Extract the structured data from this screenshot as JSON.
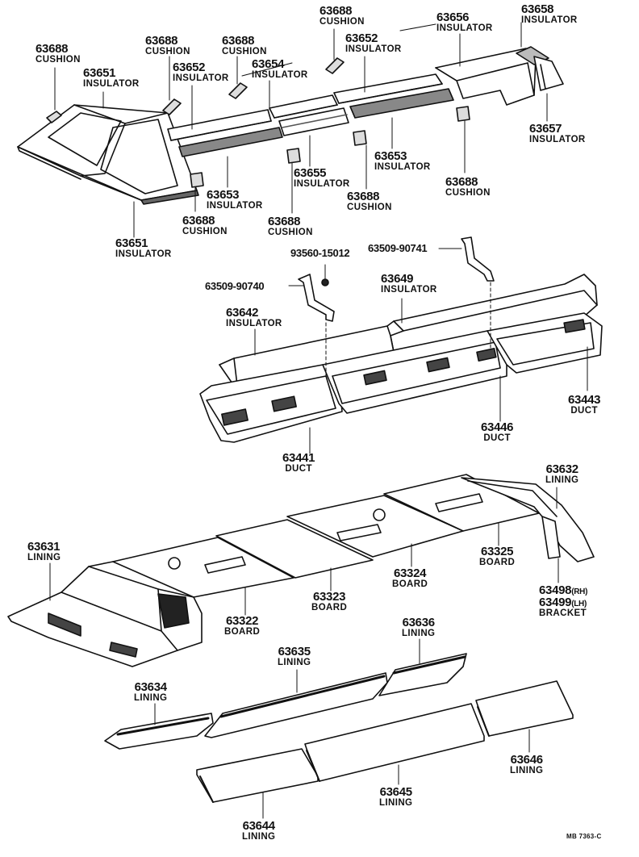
{
  "parts": {
    "p1": {
      "number": "63688",
      "name": "CUSHION"
    },
    "p2": {
      "number": "63651",
      "name": "INSULATOR"
    },
    "p3": {
      "number": "63688",
      "name": "CUSHION"
    },
    "p4": {
      "number": "63652",
      "name": "INSULATOR"
    },
    "p5": {
      "number": "63688",
      "name": "CUSHION"
    },
    "p6": {
      "number": "63654",
      "name": "INSULATOR"
    },
    "p7": {
      "number": "63688",
      "name": "CUSHION"
    },
    "p8": {
      "number": "63652",
      "name": "INSULATOR"
    },
    "p9": {
      "number": "63656",
      "name": "INSULATOR"
    },
    "p10": {
      "number": "63658",
      "name": "INSULATOR"
    },
    "p11": {
      "number": "63657",
      "name": "INSULATOR"
    },
    "p12": {
      "number": "63653",
      "name": "INSULATOR"
    },
    "p13": {
      "number": "63655",
      "name": "INSULATOR"
    },
    "p14": {
      "number": "63688",
      "name": "CUSHION"
    },
    "p15": {
      "number": "63688",
      "name": "CUSHION"
    },
    "p16": {
      "number": "63653",
      "name": "INSULATOR"
    },
    "p17": {
      "number": "63688",
      "name": "CUSHION"
    },
    "p18": {
      "number": "63688",
      "name": "CUSHION"
    },
    "p19": {
      "number": "63651",
      "name": "INSULATOR"
    },
    "p20": {
      "number": "93560-15012"
    },
    "p21": {
      "number": "63509-90741"
    },
    "p22": {
      "number": "63509-90740"
    },
    "p23": {
      "number": "63649",
      "name": "INSULATOR"
    },
    "p24": {
      "number": "63642",
      "name": "INSULATOR"
    },
    "p25": {
      "number": "63443",
      "name": "DUCT"
    },
    "p26": {
      "number": "63446",
      "name": "DUCT"
    },
    "p27": {
      "number": "63441",
      "name": "DUCT"
    },
    "p28": {
      "number": "63632",
      "name": "LINING"
    },
    "p29": {
      "number": "63631",
      "name": "LINING"
    },
    "p30": {
      "number": "63325",
      "name": "BOARD"
    },
    "p31": {
      "number": "63324",
      "name": "BOARD"
    },
    "p32": {
      "number": "63323",
      "name": "BOARD"
    },
    "p33": {
      "number": "63322",
      "name": "BOARD"
    },
    "p34": {
      "number_rh": "63498",
      "side_rh": "(RH)",
      "number_lh": "63499",
      "side_lh": "(LH)",
      "name": "BRACKET"
    },
    "p35": {
      "number": "63636",
      "name": "LINING"
    },
    "p36": {
      "number": "63635",
      "name": "LINING"
    },
    "p37": {
      "number": "63634",
      "name": "LINING"
    },
    "p38": {
      "number": "63646",
      "name": "LINING"
    },
    "p39": {
      "number": "63645",
      "name": "LINING"
    },
    "p40": {
      "number": "63644",
      "name": "LINING"
    }
  },
  "footer": {
    "code": "MB 7363-C"
  }
}
